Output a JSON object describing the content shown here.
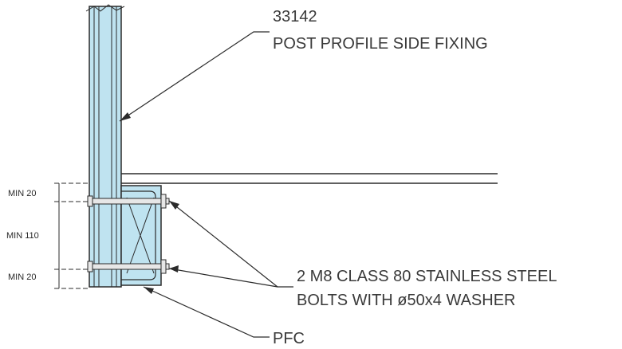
{
  "callouts": {
    "post_code": "33142",
    "post_profile": "POST PROFILE SIDE FIXING",
    "bolts_line1": "2 M8  CLASS 80 STAINLESS STEEL",
    "bolts_line2": "BOLTS WITH ø50x4 WASHER",
    "pfc": "PFC"
  },
  "dimensions": {
    "top": "MIN 20",
    "middle": "MIN 110",
    "bottom": "MIN 20"
  },
  "colors": {
    "post_fill": "#bfe3f0",
    "line": "#2b2b2b",
    "text": "#3a3a3a"
  }
}
